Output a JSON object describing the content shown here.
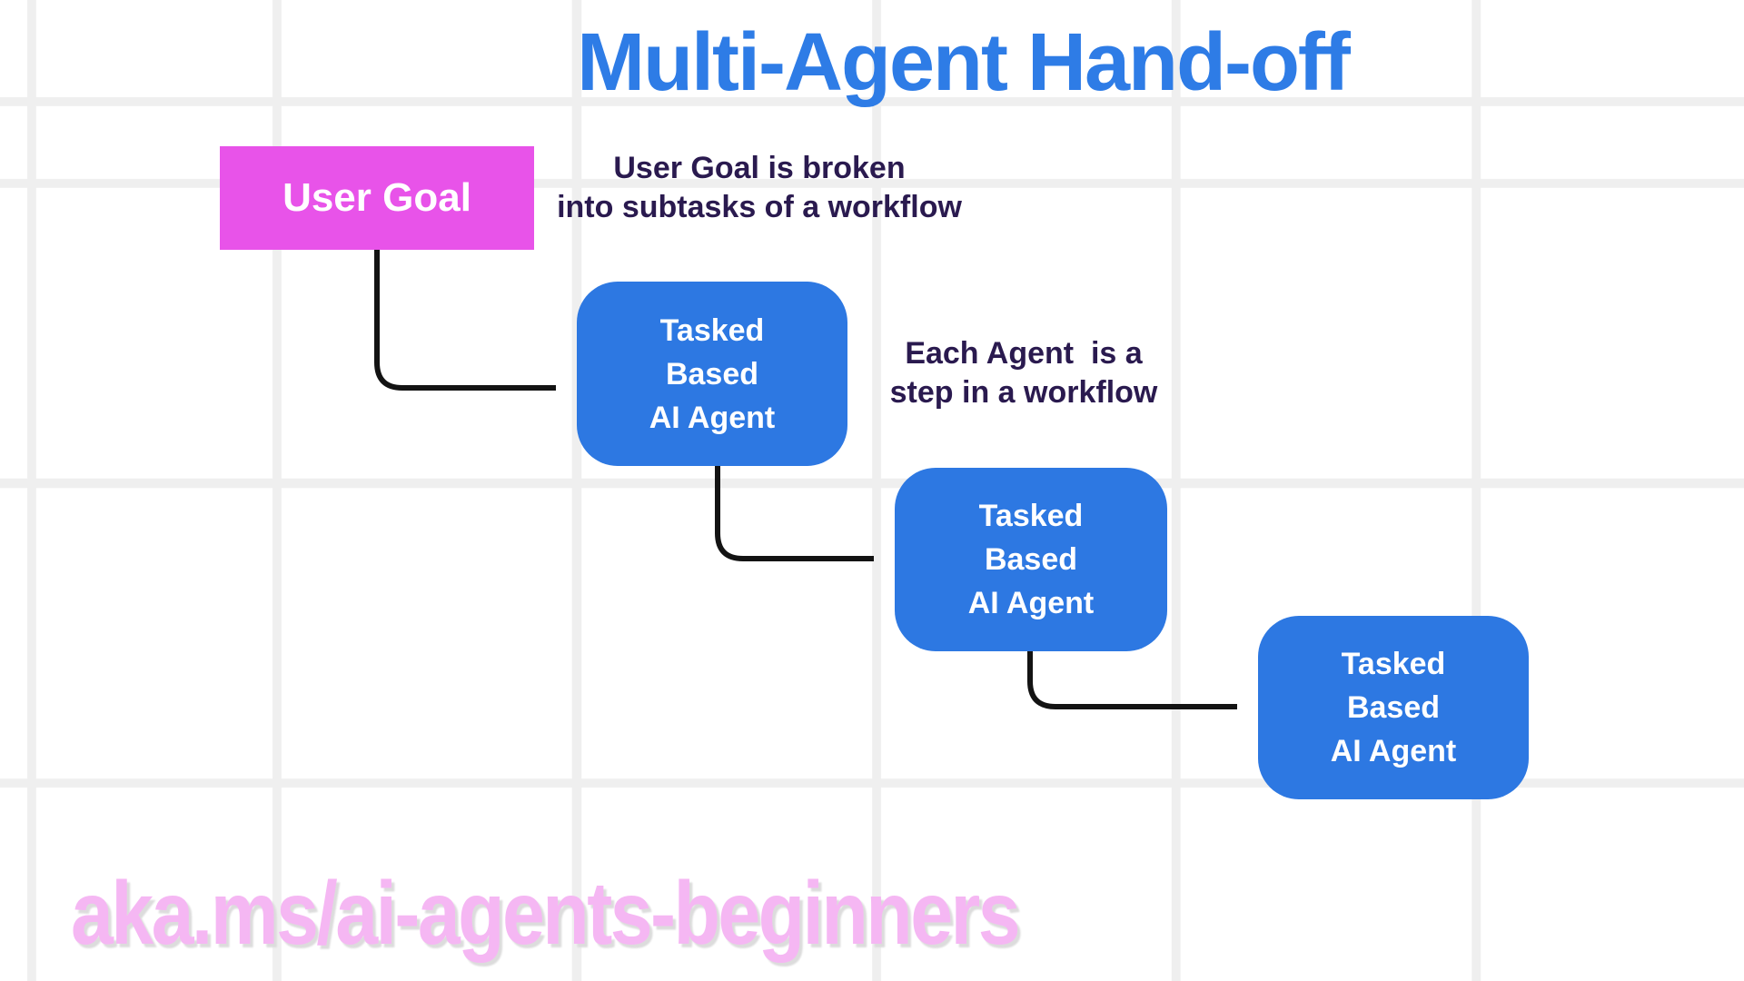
{
  "diagram": {
    "title": "Multi-Agent Hand-off"
  },
  "user_goal": {
    "label": "User Goal"
  },
  "agents": [
    {
      "lines": [
        "Tasked",
        "Based",
        "AI Agent"
      ]
    },
    {
      "lines": [
        "Tasked",
        "Based",
        "AI Agent"
      ]
    },
    {
      "lines": [
        "Tasked",
        "Based",
        "AI Agent"
      ]
    }
  ],
  "annotations": {
    "breakdown": {
      "line1": "User Goal is broken",
      "line2": "into subtasks of a workflow"
    },
    "step": {
      "line1": "Each Agent  is a",
      "line2": "step in a workflow"
    }
  },
  "footer": {
    "link": "aka.ms/ai-agents-beginners"
  },
  "colors": {
    "title-blue": "#2e7ce6",
    "box-blue": "#2d78e2",
    "magenta": "#e853e9",
    "dark-text": "#2a1a4f",
    "pink-link": "#f5b7f3",
    "grid-line": "#efefef",
    "arrow": "#131313",
    "box-text": "#ffffff",
    "background": "#ffffff"
  }
}
